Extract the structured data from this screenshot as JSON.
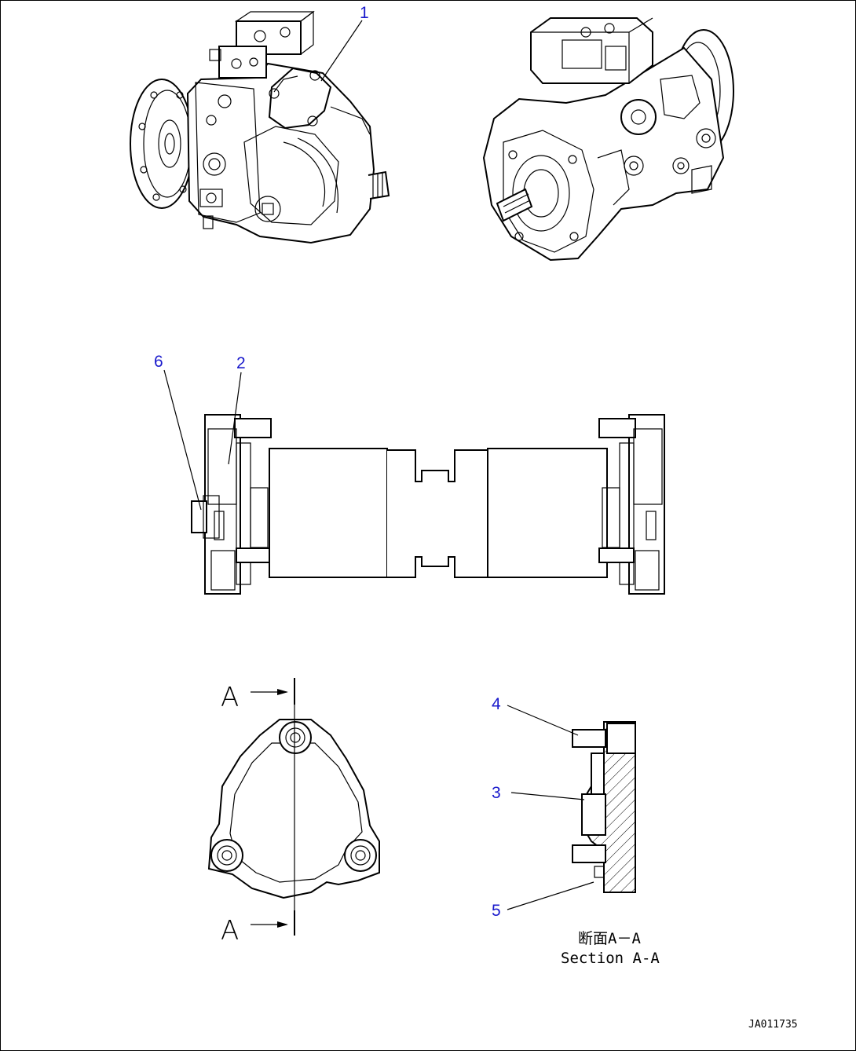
{
  "callouts": [
    {
      "id": "1",
      "label": "1"
    },
    {
      "id": "2",
      "label": "2"
    },
    {
      "id": "3",
      "label": "3"
    },
    {
      "id": "4",
      "label": "4"
    },
    {
      "id": "5",
      "label": "5"
    },
    {
      "id": "6",
      "label": "6"
    }
  ],
  "section": {
    "mark_top": "A",
    "mark_bottom": "A",
    "caption_jp": "断面A－A",
    "caption_en": "Section A-A"
  },
  "drawing_code": "JA011735",
  "colors": {
    "callout": "#1a1acc",
    "line": "#000000"
  }
}
